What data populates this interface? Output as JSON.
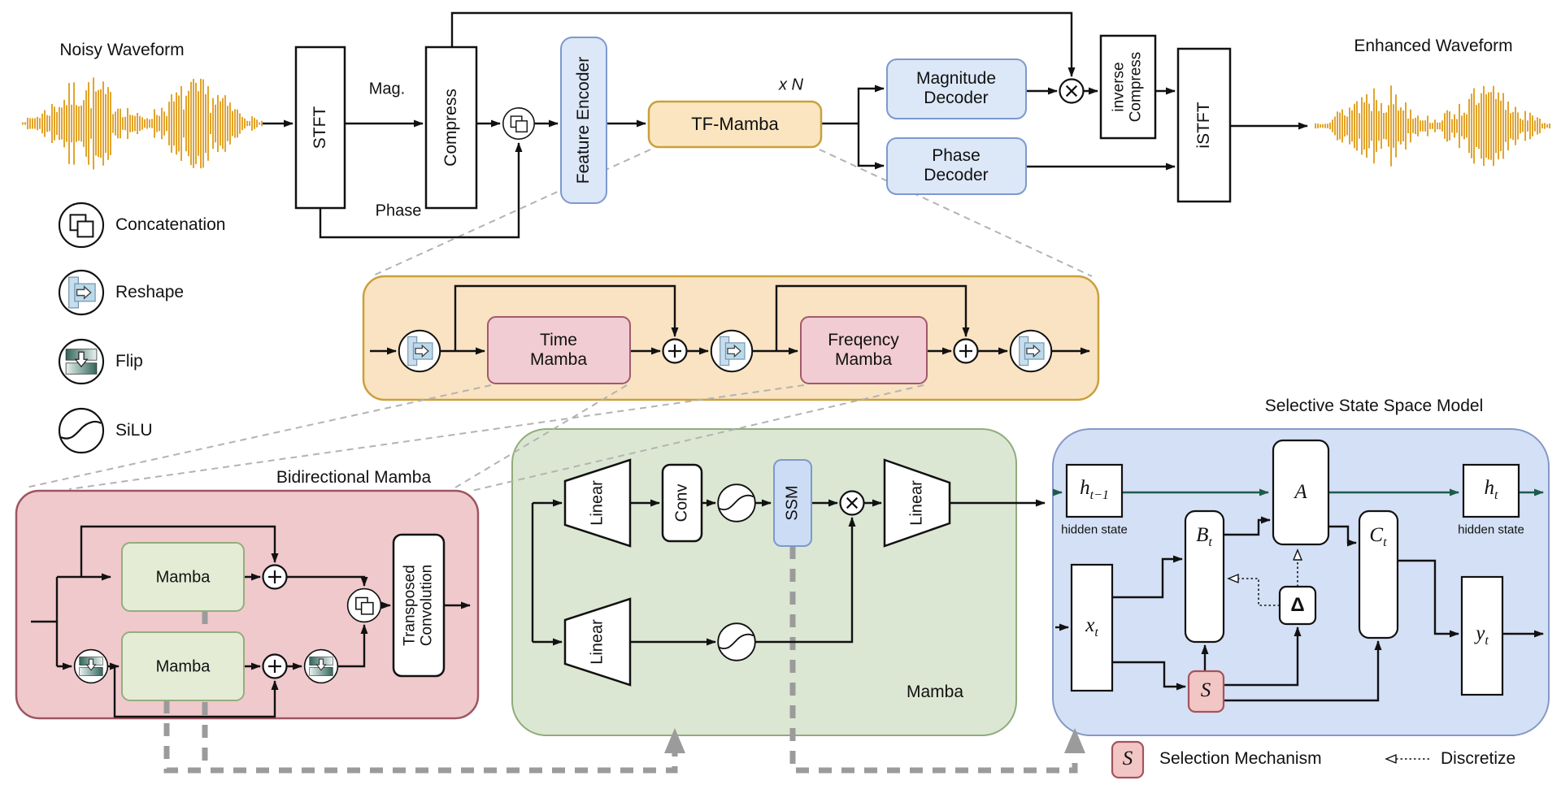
{
  "top": {
    "noisy": "Noisy Waveform",
    "enhanced": "Enhanced Waveform",
    "stft": "STFT",
    "mag": "Mag.",
    "phase": "Phase",
    "compress": "Compress",
    "feature_encoder": "Feature Encoder",
    "tf_mamba": "TF-Mamba",
    "repeat": "x N",
    "mag_decoder": {
      "line1": "Magnitude",
      "line2": "Decoder"
    },
    "phase_decoder": {
      "line1": "Phase",
      "line2": "Decoder"
    },
    "inverse_compress": {
      "line1": "inverse",
      "line2": "Compress"
    },
    "istft": "iSTFT"
  },
  "legend": {
    "concatenation": "Concatenation",
    "reshape": "Reshape",
    "flip": "Flip",
    "silu": "SiLU"
  },
  "tf_block": {
    "time_mamba": {
      "line1": "Time",
      "line2": "Mamba"
    },
    "freq_mamba": {
      "line1": "Freqency",
      "line2": "Mamba"
    }
  },
  "bimamba": {
    "title": "Bidirectional Mamba",
    "mamba_top": "Mamba",
    "mamba_bottom": "Mamba",
    "transposed": {
      "line1": "Transposed",
      "line2": "Convolution"
    }
  },
  "mamba": {
    "title": "Mamba",
    "linear_top": "Linear",
    "conv": "Conv",
    "ssm": "SSM",
    "linear_out": "Linear",
    "linear_gate": "Linear"
  },
  "ssm": {
    "title": "Selective State Space Model",
    "h_prev": {
      "base": "h",
      "sub": "t−1"
    },
    "h_next": {
      "base": "h",
      "sub": "t"
    },
    "hidden_left": "hidden state",
    "hidden_right": "hidden state",
    "a": "A",
    "b": {
      "base": "B",
      "sub": "t"
    },
    "c": {
      "base": "C",
      "sub": "t"
    },
    "x": {
      "base": "x",
      "sub": "t"
    },
    "y": {
      "base": "y",
      "sub": "t"
    },
    "delta": "Δ",
    "s": "S"
  },
  "footer": {
    "s": "S",
    "selection": "Selection Mechanism",
    "discretize": "Discretize"
  },
  "colors": {
    "waveform": "#E2A42C",
    "orange_fill": "#FAE3C2",
    "orange_border": "#C9A13B",
    "pink_fill": "#F0C9CC",
    "pink_border": "#9E5560",
    "pink_box_fill": "#F1CCD2",
    "green_fill": "#DCE7D3",
    "green_border": "#8FAC7C",
    "green_box_fill": "#E4ECD5",
    "blue_fill": "#D4E0F5",
    "blue_border": "#8598C6",
    "blue_box_fill": "#DCE7F8",
    "ssm_box_fill": "#CCDCF5",
    "selection_fill": "#F3C6C6",
    "hidden_flow": "#1D5B4B",
    "detail_dash": "#9B9B9B"
  }
}
